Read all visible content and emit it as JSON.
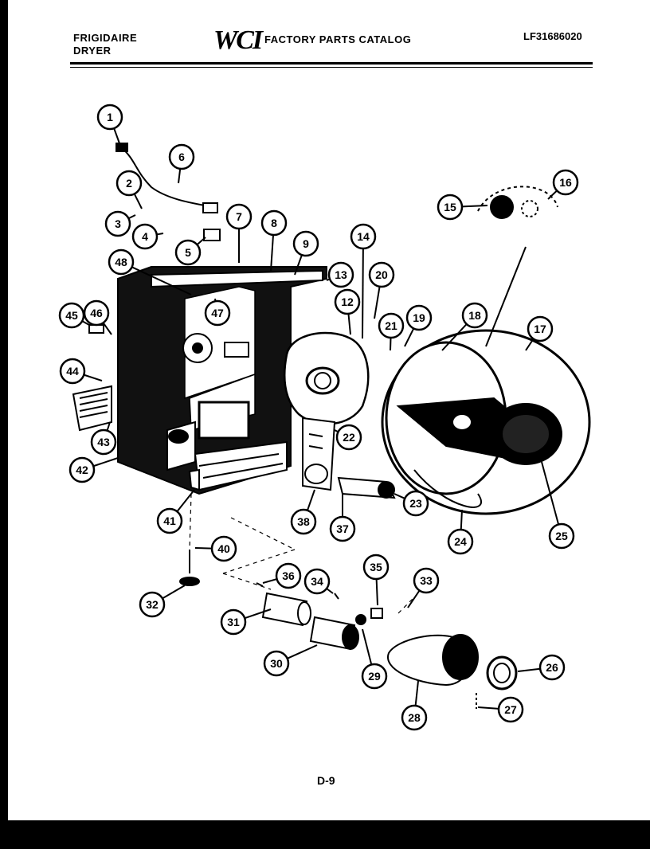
{
  "header": {
    "brand": "FRIGIDAIRE",
    "product": "DRYER",
    "logo": "WCI",
    "catalog_title": "FACTORY PARTS CATALOG",
    "catalog_code": "LF31686020"
  },
  "page_number": "D-9",
  "callouts": [
    "1",
    "2",
    "3",
    "4",
    "5",
    "6",
    "7",
    "8",
    "9",
    "12",
    "13",
    "14",
    "15",
    "16",
    "17",
    "18",
    "19",
    "20",
    "21",
    "22",
    "23",
    "24",
    "25",
    "26",
    "27",
    "28",
    "29",
    "30",
    "31",
    "32",
    "33",
    "34",
    "35",
    "36",
    "37",
    "38",
    "40",
    "41",
    "42",
    "43",
    "44",
    "45",
    "46",
    "47",
    "48"
  ]
}
